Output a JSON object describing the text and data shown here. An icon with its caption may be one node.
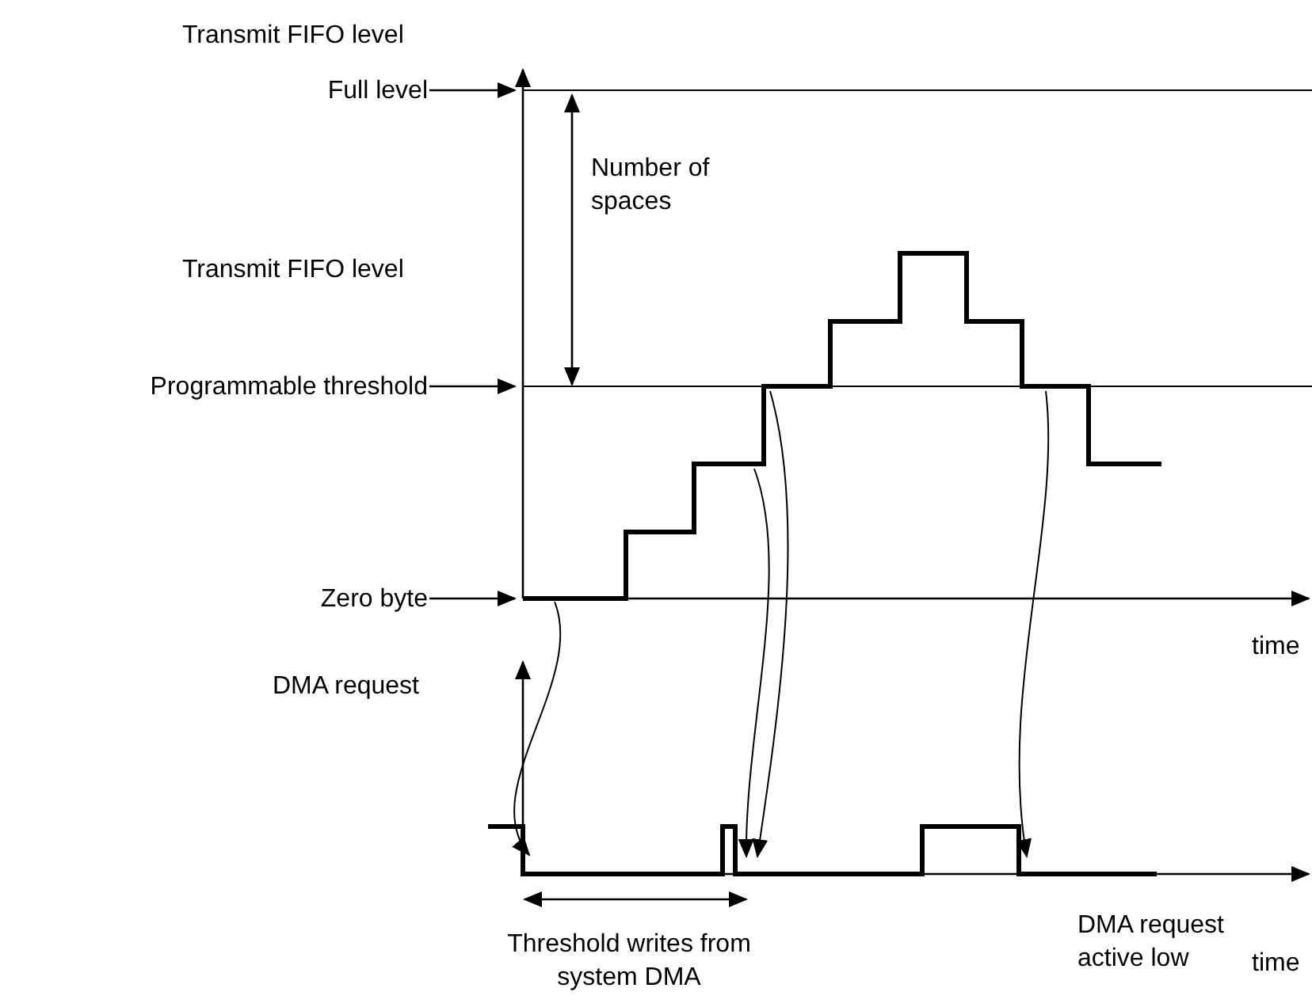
{
  "diagram": {
    "nodes": [
      {
        "text": [
          "Full level"
        ]
      },
      {
        "text": [
          "Programmable threshold"
        ]
      },
      {
        "text": [
          "Zero byte"
        ]
      }
    ],
    "edges": [
      {
        "from": 0,
        "to": null,
        "arrow": "to"
      },
      {
        "from": 1,
        "to": null,
        "arrow": "to"
      },
      {
        "from": 2,
        "to": null,
        "arrow": "to"
      }
    ],
    "labels": [
      "Transmit FIFO level",
      "Number of spaces",
      "Transmit FIFO level",
      "time",
      "DMA request",
      "DMA request active low",
      "time",
      "Threshold writes from system DMA"
    ]
  }
}
